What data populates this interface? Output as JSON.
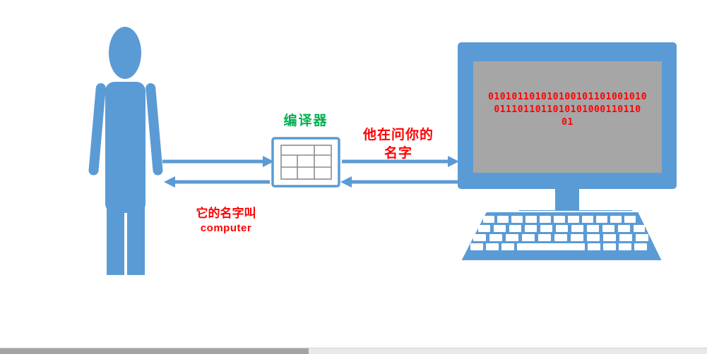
{
  "colors": {
    "accent_blue": "#5B9BD5",
    "screen_gray": "#A6A6A6",
    "label_red": "#FF0000",
    "compiler_green": "#00B050"
  },
  "labels": {
    "compiler": "编译器",
    "computer_question_line1": "他在问你的",
    "computer_question_line2": "名字",
    "reply_line1": "它的名字叫",
    "reply_line2": "computer"
  },
  "screen": {
    "binary_lines": [
      "010101101010100101101001010",
      "0111011011010101000110110",
      "01"
    ]
  }
}
